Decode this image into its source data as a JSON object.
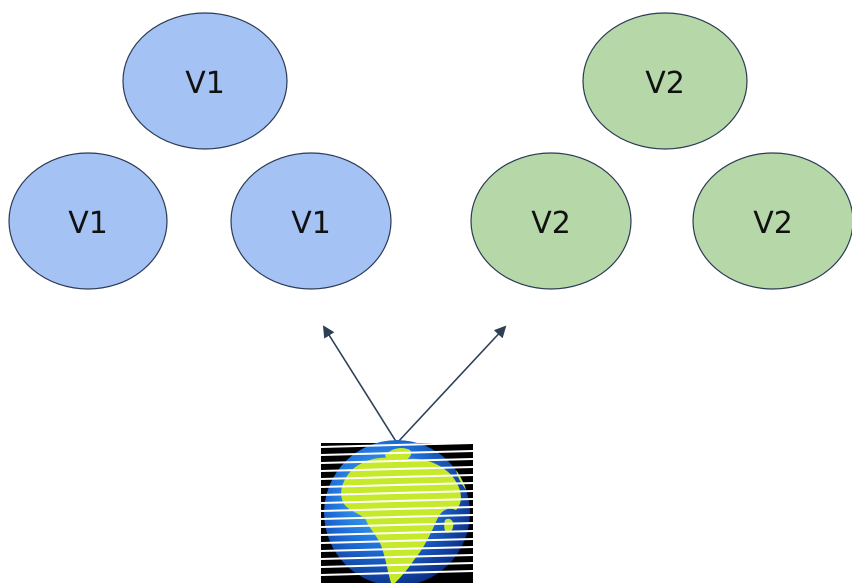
{
  "diagram": {
    "groups": [
      {
        "id": "v1",
        "color": "#a4c2f4",
        "nodes": [
          {
            "label": "V1"
          },
          {
            "label": "V1"
          },
          {
            "label": "V1"
          }
        ]
      },
      {
        "id": "v2",
        "color": "#b6d7a8",
        "nodes": [
          {
            "label": "V2"
          },
          {
            "label": "V2"
          },
          {
            "label": "V2"
          }
        ]
      }
    ],
    "node_stroke": "#2b3a55",
    "arrow_color": "#2e4057",
    "source": {
      "icon": "globe-icon"
    }
  }
}
